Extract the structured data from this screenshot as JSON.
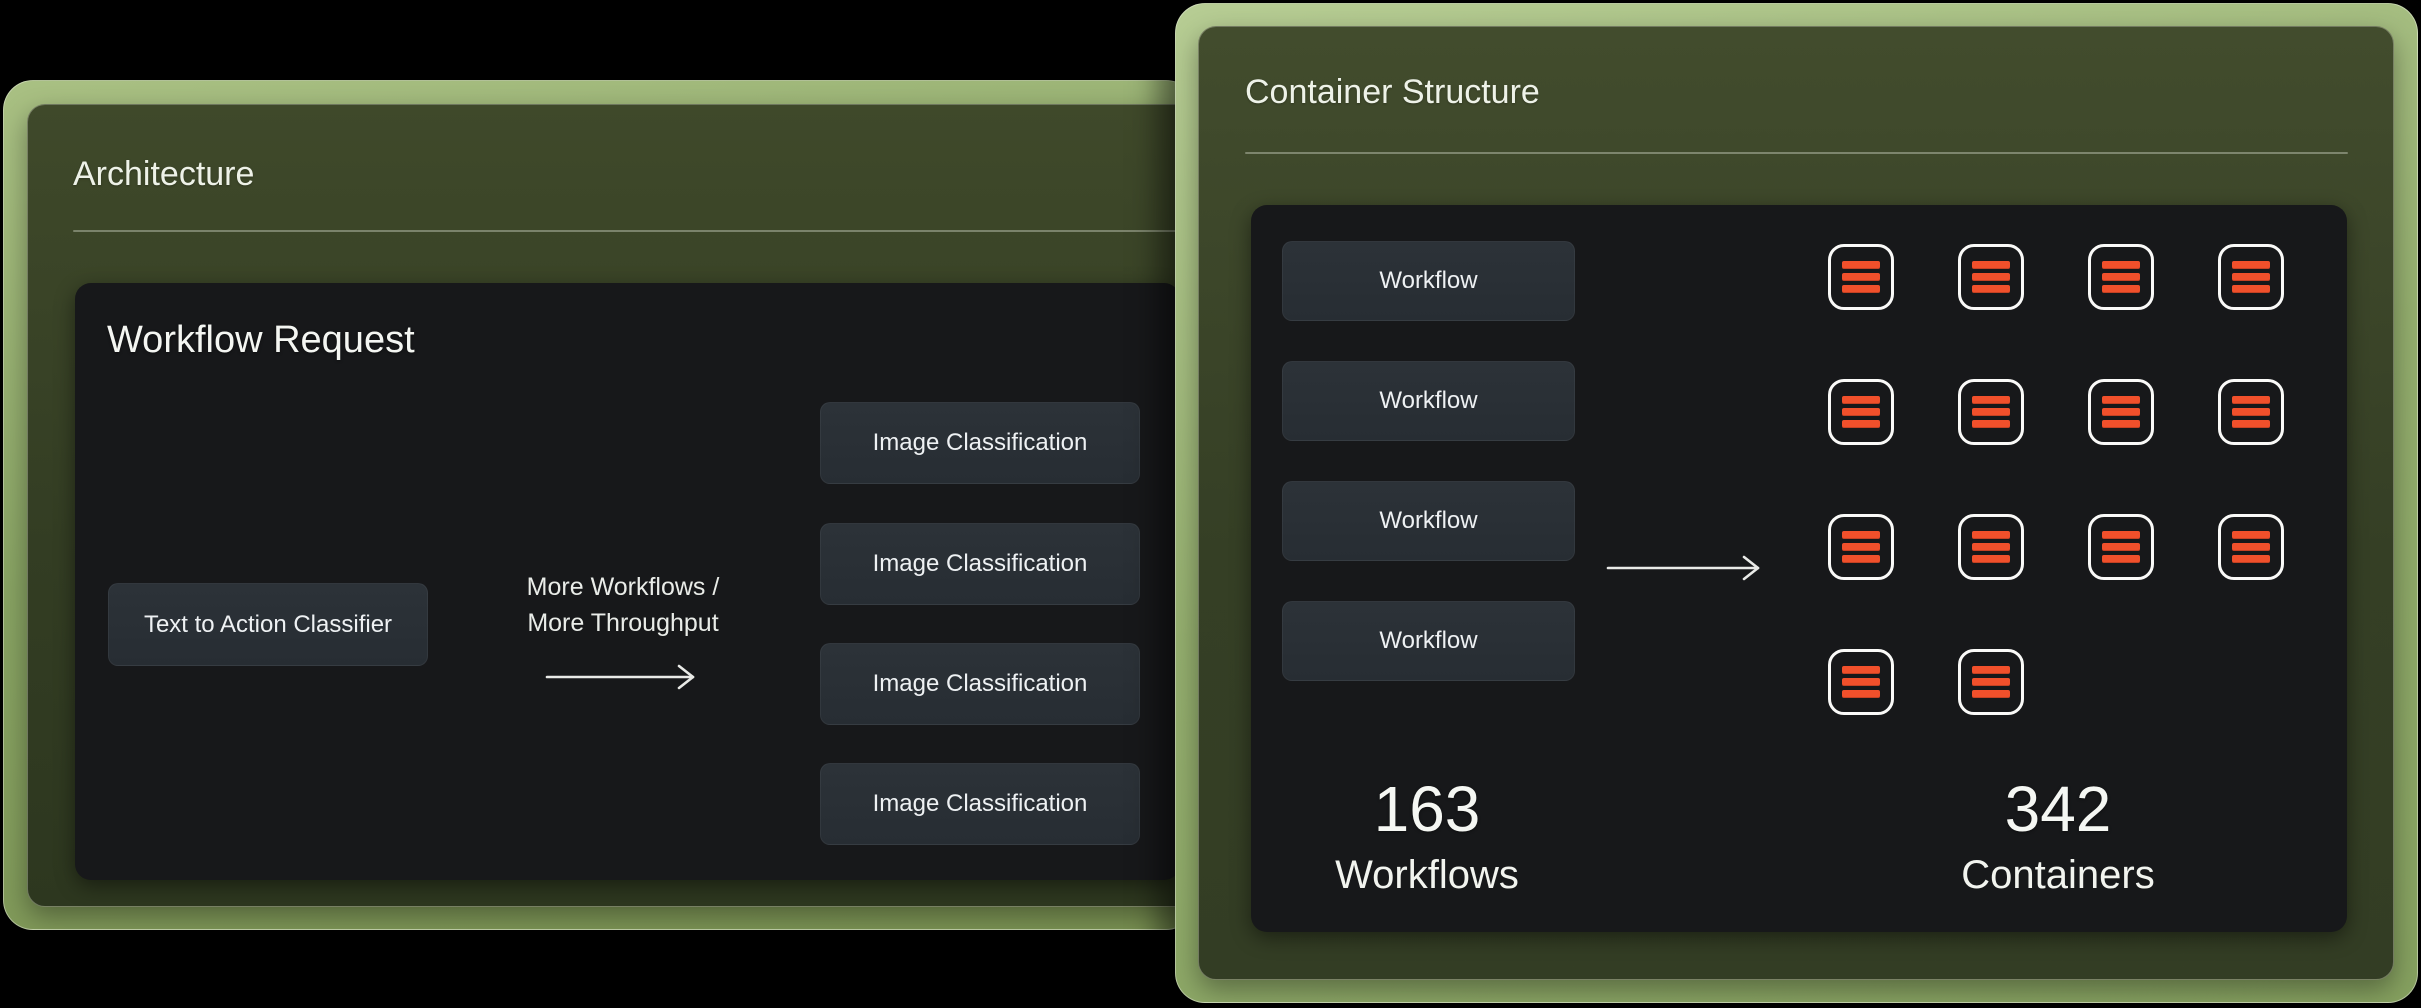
{
  "left_panel": {
    "title": "Architecture",
    "card": {
      "heading": "Workflow Request",
      "source_button": "Text to Action Classifier",
      "annotation": {
        "line1": "More Workflows /",
        "line2": "More Throughput"
      },
      "target_buttons": [
        "Image Classification",
        "Image Classification",
        "Image Classification",
        "Image Classification"
      ]
    }
  },
  "right_panel": {
    "title": "Container Structure",
    "card": {
      "workflow_buttons": [
        "Workflow",
        "Workflow",
        "Workflow",
        "Workflow"
      ],
      "container_grid": {
        "icon": "container-stack-icon",
        "rows": [
          4,
          4,
          4,
          2
        ],
        "total_icons": 14
      },
      "stats": [
        {
          "value": "163",
          "label": "Workflows"
        },
        {
          "value": "342",
          "label": "Containers"
        }
      ]
    }
  },
  "colors": {
    "page_bg": "#000000",
    "frame_green_top": "#b7cd94",
    "frame_green_bottom": "#7b9353",
    "panel_olive_top": "#414b2c",
    "panel_olive_bottom": "#2d371f",
    "card_bg": "#17181a",
    "node_bg": "#2a3036",
    "accent_orange": "#f1502b",
    "text_primary": "#f2f4ef",
    "icon_border": "#fafaf8",
    "arrow": "#e9eae7"
  }
}
